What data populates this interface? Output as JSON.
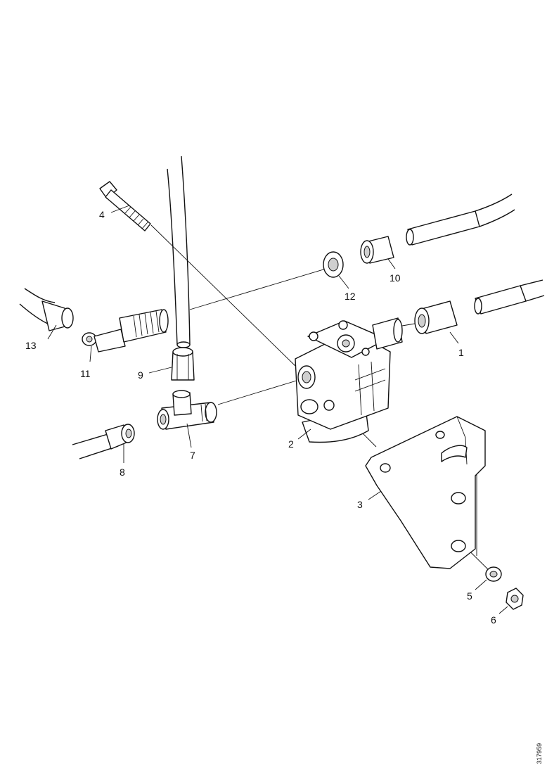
{
  "diagram": {
    "labels": {
      "p1": "1",
      "p2": "2",
      "p3": "3",
      "p4": "4",
      "p5": "5",
      "p6": "6",
      "p7": "7",
      "p8": "8",
      "p9": "9",
      "p10": "10",
      "p11": "11",
      "p12": "12",
      "p13": "13"
    },
    "drawing_number": "317959"
  }
}
